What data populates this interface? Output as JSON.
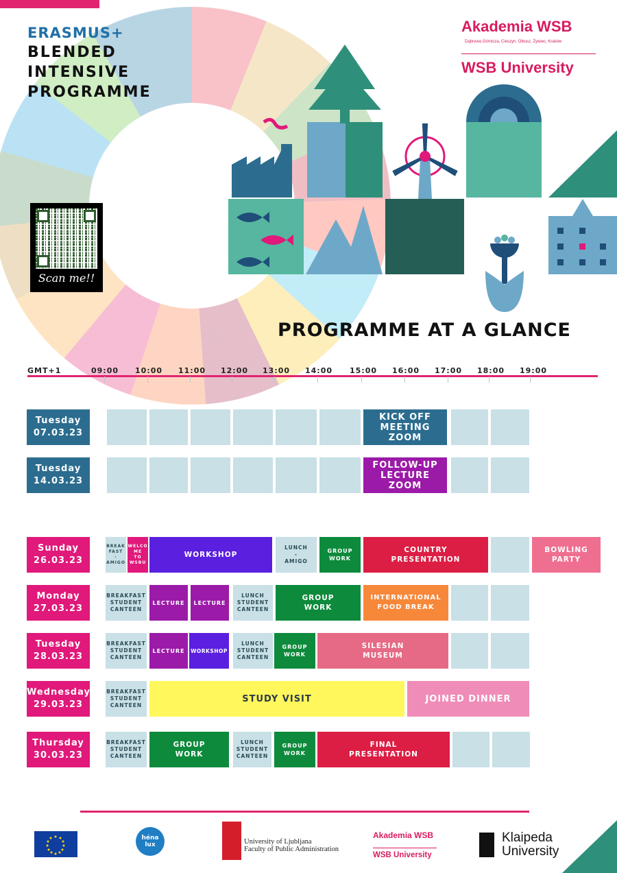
{
  "header": {
    "erasmus": "ERASMUS+",
    "programme_lines": [
      "BLENDED",
      "INTENSIVE",
      "PROGRAMME"
    ],
    "qr_caption": "Scan me!!"
  },
  "logo": {
    "name": "Akademia WSB",
    "cities": "Dąbrowa Górnicza, Cieszyn, Olkusz, Żywiec, Kraków",
    "university": "WSB University"
  },
  "title": "PROGRAMME AT A GLANCE",
  "timeline": {
    "zone": "GMT+1",
    "hours": [
      "09:00",
      "10:00",
      "11:00",
      "12:00",
      "13:00",
      "14:00",
      "15:00",
      "16:00",
      "17:00",
      "18:00",
      "19:00"
    ]
  },
  "days": [
    {
      "label": "Tuesday\n07.03.23",
      "color": "#2c6d8f"
    },
    {
      "label": "Tuesday\n14.03.23",
      "color": "#2c6d8f"
    },
    {
      "label": "Sunday\n26.03.23",
      "color": "#e0197a"
    },
    {
      "label": "Monday\n27.03.23",
      "color": "#e0197a"
    },
    {
      "label": "Tuesday\n28.03.23",
      "color": "#e0197a"
    },
    {
      "label": "Wednesday\n29.03.23",
      "color": "#e0197a"
    },
    {
      "label": "Thursday\n30.03.23",
      "color": "#e0197a"
    }
  ],
  "events": {
    "kickoff": "KICK OFF\nMEETING\nZOOM",
    "followup": "FOLLOW-UP\nLECTURE\nZOOM",
    "breakfast_amigo": "BREAK\nFAST\n-\nAMIGO",
    "welcome": "WELCO\nME\nTO\nWSBU",
    "workshop": "WORKSHOP",
    "lunch_amigo": "LUNCH\n-\nAMIGO",
    "group_work": "GROUP\nWORK",
    "country_presentation": "COUNTRY\nPRESENTATION",
    "bowling": "BOWLING\nPARTY",
    "breakfast_canteen": "BREAKFAST\nSTUDENT\nCANTEEN",
    "lecture": "LECTURE",
    "lunch_canteen": "LUNCH\nSTUDENT\nCANTEEN",
    "international_food": "INTERNATIONAL\nFOOD BREAK",
    "workshop_small": "WORKSHOP",
    "silesian_museum": "SILESIAN\nMUSEUM",
    "study_visit": "STUDY VISIT",
    "joined_dinner": "JOINED DINNER",
    "final_presentation": "FINAL\nPRESENTATION"
  },
  "footer": {
    "hena": "héna\nlux",
    "ljubljana_line1": "University of Ljubljana",
    "ljubljana_line2": "Faculty of Public Administration",
    "akademia": "Akademia WSB",
    "wsbu": "WSB University",
    "klaipeda_line1": "Klaipeda",
    "klaipeda_line2": "University"
  },
  "colors": {
    "accent": "#e0246f",
    "slot": "#c8e0e6",
    "purple": "#9b1aa8",
    "violet": "#5b1fe0",
    "green": "#0e8a3c",
    "red": "#dc1e44",
    "orange": "#f7883a",
    "yellow": "#fff75c",
    "pink": "#f08cb8",
    "blue": "#2c6d8f"
  }
}
